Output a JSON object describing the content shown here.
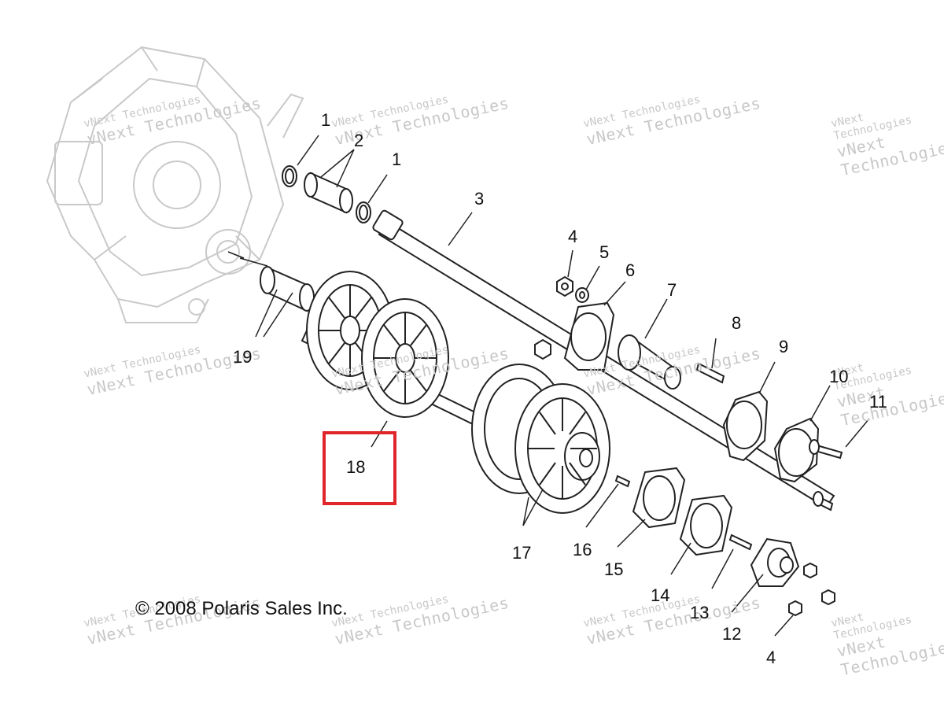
{
  "diagram": {
    "copyright": "© 2008 Polaris Sales Inc.",
    "watermark": {
      "line1": "vNext Technologies",
      "line2": "vNext Technologies"
    },
    "callouts": {
      "c1a": "1",
      "c2": "2",
      "c1b": "1",
      "c3": "3",
      "c4a": "4",
      "c5": "5",
      "c6": "6",
      "c7": "7",
      "c8": "8",
      "c9": "9",
      "c10": "10",
      "c11": "11",
      "c19": "19",
      "c18": "18",
      "c17": "17",
      "c16": "16",
      "c15": "15",
      "c14": "14",
      "c13": "13",
      "c12": "12",
      "c4b": "4"
    },
    "highlight_color": "#e0262b",
    "highlighted_callout": "18"
  }
}
